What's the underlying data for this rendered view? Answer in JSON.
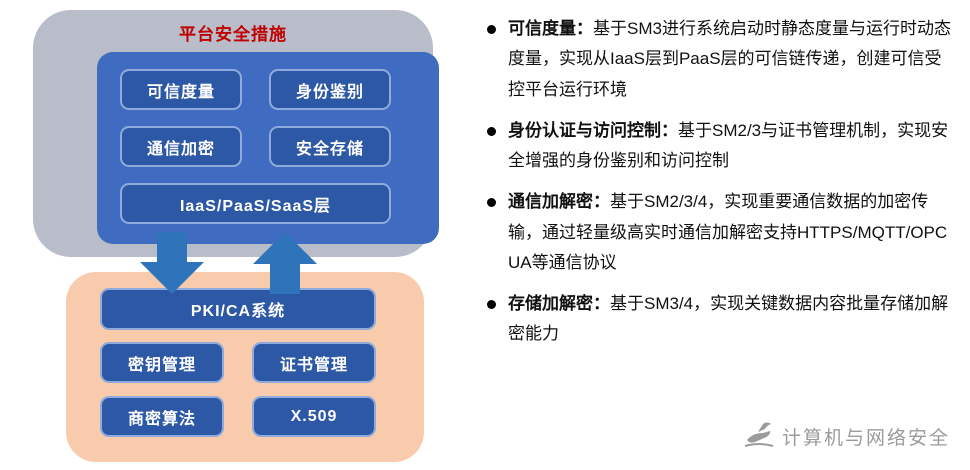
{
  "diagram": {
    "platform": {
      "title": "平台安全措施",
      "buttons": [
        "可信度量",
        "身份鉴别",
        "通信加密",
        "安全存储"
      ],
      "layer": "IaaS/PaaS/SaaS层"
    },
    "pki": {
      "title": "PKI/CA系统",
      "buttons": [
        "密钥管理",
        "证书管理",
        "商密算法",
        "X.509"
      ]
    }
  },
  "bullets": [
    {
      "heading": "可信度量：",
      "body": "基于SM3进行系统启动时静态度量与运行时动态度量，实现从IaaS层到PaaS层的可信链传递，创建可信受控平台运行环境"
    },
    {
      "heading": "身份认证与访问控制：",
      "body": "基于SM2/3与证书管理机制，实现安全增强的身份鉴别和访问控制"
    },
    {
      "heading": "通信加解密：",
      "body": "基于SM2/3/4，实现重要通信数据的加密传输，通过轻量级高实时通信加解密支持HTTPS/MQTT/OPC UA等通信协议"
    },
    {
      "heading": "存储加解密：",
      "body": "基于SM3/4，实现关键数据内容批量存储加解密能力"
    }
  ],
  "watermark": {
    "text": "计算机与网络安全",
    "icon": "dove-hand-icon"
  },
  "colors": {
    "title_red": "#C00000",
    "gray_box": "#B9BDC9",
    "blue_panel": "#3F6BC0",
    "button_blue": "#2D58A6",
    "button_border": "#8FAADC",
    "orange_box": "#F8CBAD",
    "arrow_blue": "#2F74BA",
    "watermark_gray": "#9B9B9B"
  }
}
